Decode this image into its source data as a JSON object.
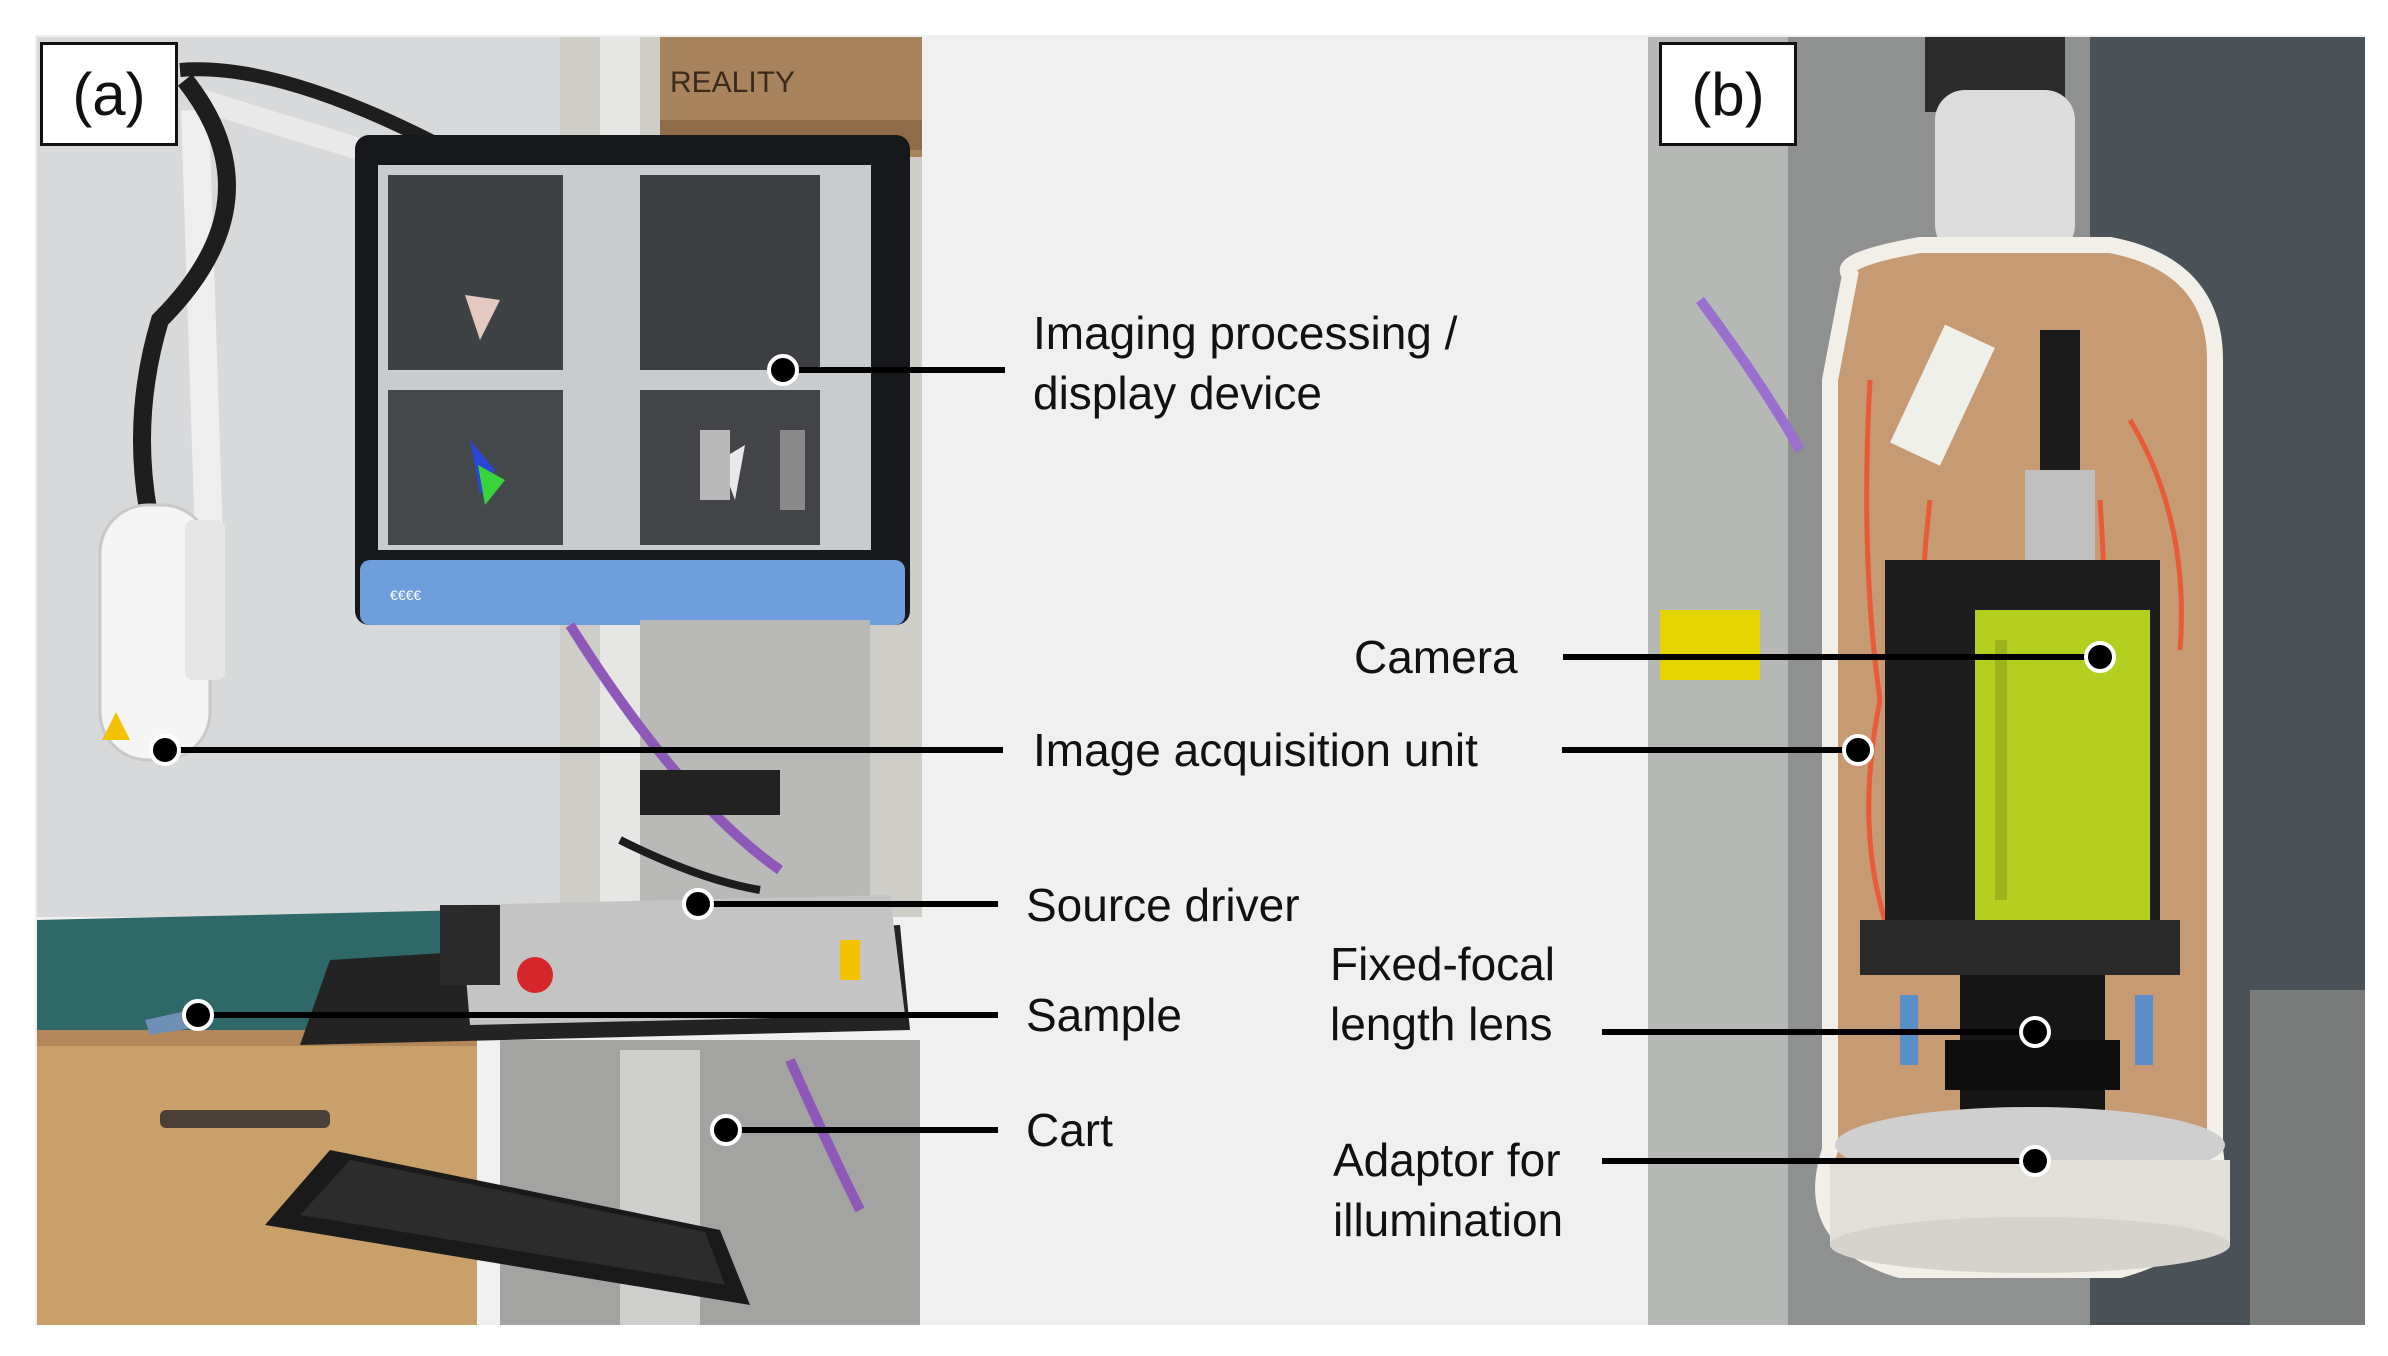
{
  "figure": {
    "panel_a_label": "(a)",
    "panel_b_label": "(b)",
    "callouts": {
      "display_device": "Imaging processing /\ndisplay device",
      "image_acquisition_unit": "Image acquisition unit",
      "source_driver": "Source driver",
      "sample": "Sample",
      "cart": "Cart",
      "camera": "Camera",
      "fixed_focal_lens": "Fixed-focal\nlength lens",
      "adaptor": "Adaptor for\nillumination"
    },
    "monitor_text": "€€€€",
    "box_text": "REALITY"
  },
  "colors": {
    "background": "#f0f0f0",
    "leader_line": "#000000",
    "camera_body": "#b5cf21",
    "wire": "#e85a3a",
    "monitor_bezel": "#6f9ede"
  }
}
